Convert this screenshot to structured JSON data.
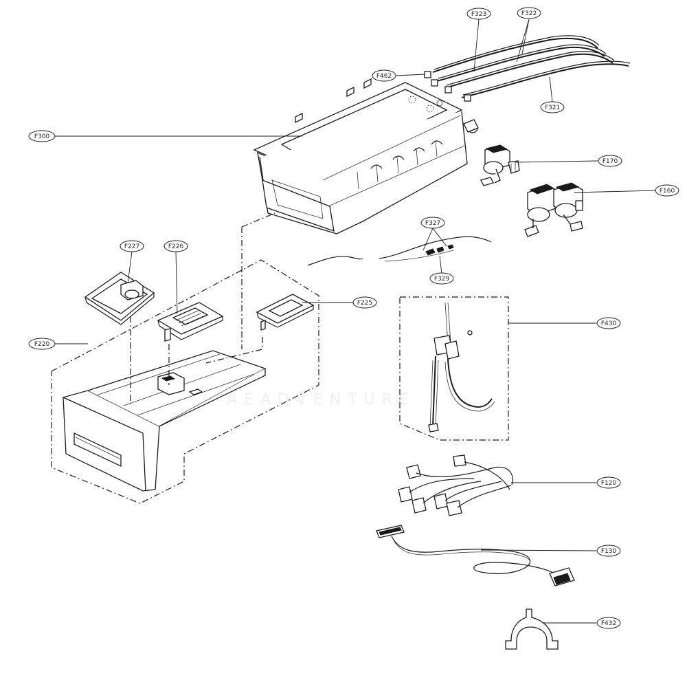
{
  "labels": {
    "F323": "F323",
    "F322": "F322",
    "F462": "F462",
    "F321": "F321",
    "F300": "F300",
    "F170": "F170",
    "F160": "F160",
    "F327": "F327",
    "F329": "F329",
    "F227": "F227",
    "F226": "F226",
    "F225": "F225",
    "F220": "F220",
    "F430": "F430",
    "F120": "F120",
    "F130": "F130",
    "F432": "F432"
  },
  "watermark": "AEADVENTURE",
  "colors": {
    "line": "#1a1a1a",
    "background": "#ffffff"
  }
}
